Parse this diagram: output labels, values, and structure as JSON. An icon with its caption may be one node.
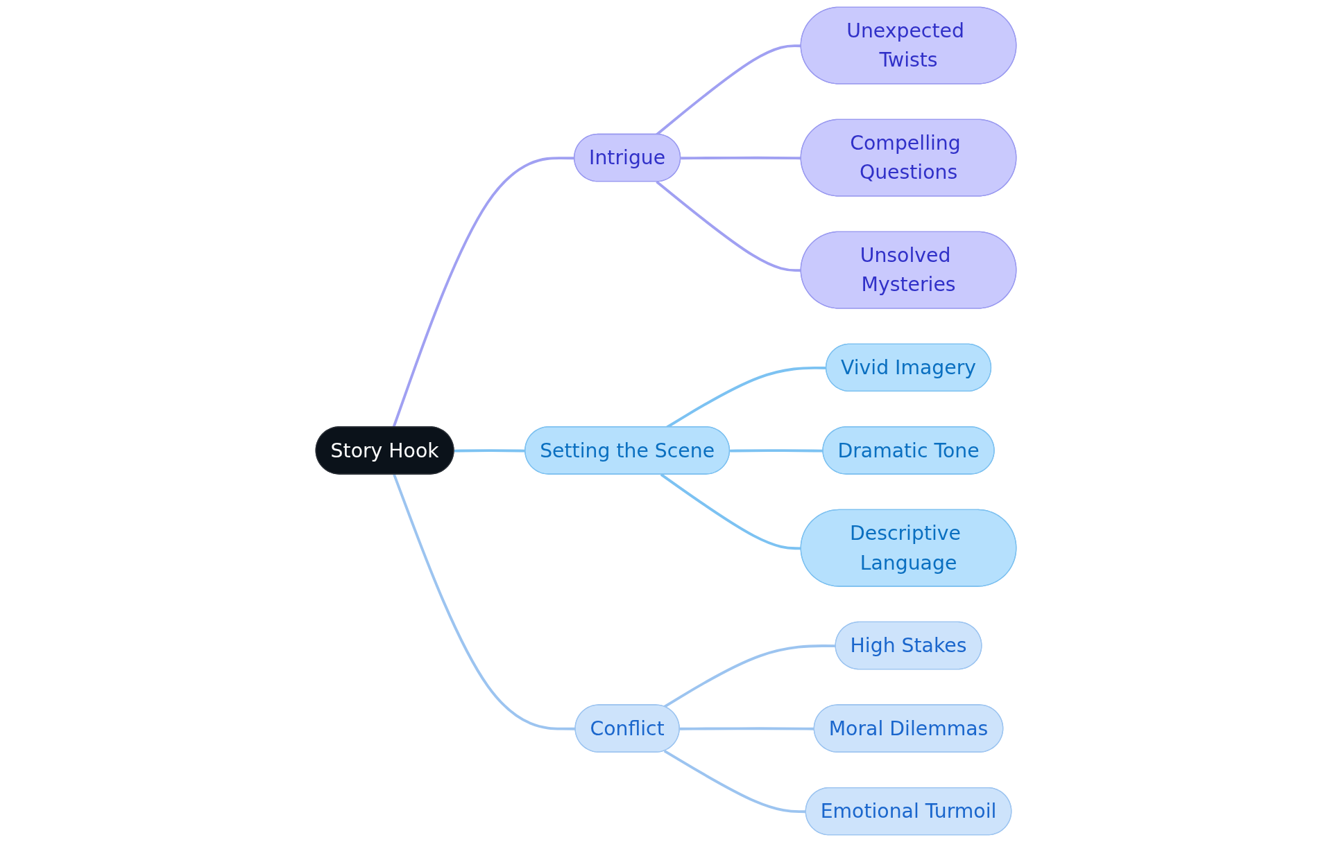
{
  "diagram": {
    "nodes": [
      {
        "text": [
          "Story Hook"
        ]
      },
      {
        "text": [
          "Intrigue"
        ]
      },
      {
        "text": [
          "Unexpected Twists"
        ]
      },
      {
        "text": [
          "Compelling Questions"
        ]
      },
      {
        "text": [
          "Unsolved Mysteries"
        ]
      },
      {
        "text": [
          "Setting the Scene"
        ]
      },
      {
        "text": [
          "Vivid Imagery"
        ]
      },
      {
        "text": [
          "Dramatic Tone"
        ]
      },
      {
        "text": [
          "Descriptive Language"
        ]
      },
      {
        "text": [
          "Conflict"
        ]
      },
      {
        "text": [
          "High Stakes"
        ]
      },
      {
        "text": [
          "Moral Dilemmas"
        ]
      },
      {
        "text": [
          "Emotional Turmoil"
        ]
      }
    ],
    "edges": [
      {
        "from": 0,
        "to": 1,
        "arrow": "none",
        "color": "#a0a0f2"
      },
      {
        "from": 1,
        "to": 2,
        "arrow": "none",
        "color": "#a0a0f2"
      },
      {
        "from": 1,
        "to": 3,
        "arrow": "none",
        "color": "#a0a0f2"
      },
      {
        "from": 1,
        "to": 4,
        "arrow": "none",
        "color": "#a0a0f2"
      },
      {
        "from": 0,
        "to": 5,
        "arrow": "none",
        "color": "#7cc2f2"
      },
      {
        "from": 5,
        "to": 6,
        "arrow": "none",
        "color": "#7cc2f2"
      },
      {
        "from": 5,
        "to": 7,
        "arrow": "none",
        "color": "#7cc2f2"
      },
      {
        "from": 5,
        "to": 8,
        "arrow": "none",
        "color": "#7cc2f2"
      },
      {
        "from": 0,
        "to": 9,
        "arrow": "none",
        "color": "#9cc4f0"
      },
      {
        "from": 9,
        "to": 10,
        "arrow": "none",
        "color": "#9cc4f0"
      },
      {
        "from": 9,
        "to": 11,
        "arrow": "none",
        "color": "#9cc4f0"
      },
      {
        "from": 9,
        "to": 12,
        "arrow": "none",
        "color": "#9cc4f0"
      }
    ]
  }
}
